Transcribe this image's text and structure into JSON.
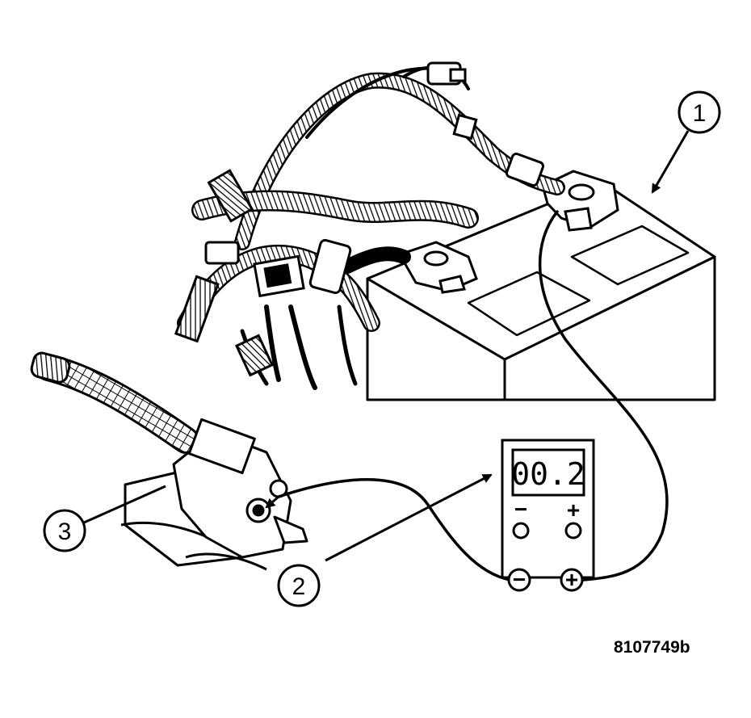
{
  "figure": {
    "callouts": [
      {
        "label": "1"
      },
      {
        "label": "2"
      },
      {
        "label": "3"
      }
    ],
    "meter": {
      "display": "00.2",
      "neg_label": "−",
      "pos_label": "+",
      "lead_neg_symbol": "−",
      "lead_pos_symbol": "+"
    },
    "figure_id": "8107749b"
  }
}
